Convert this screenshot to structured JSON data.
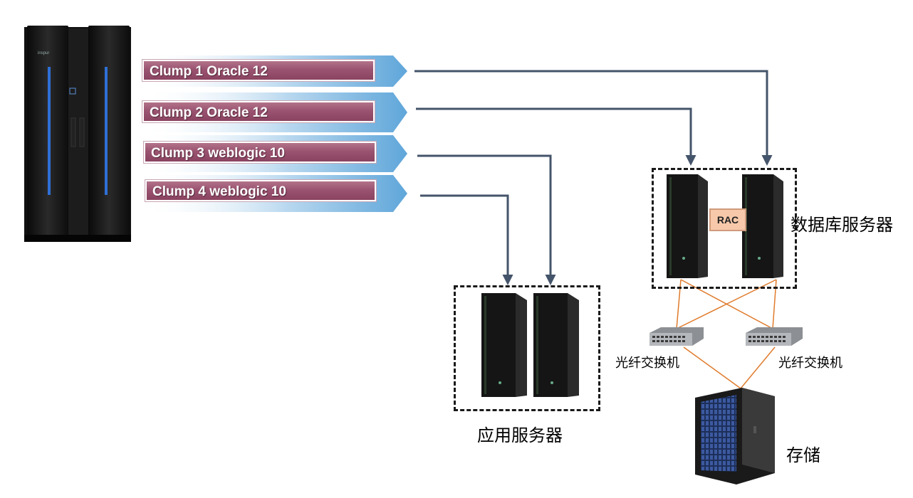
{
  "clumps": [
    {
      "label": "Clump 1 Oracle 12"
    },
    {
      "label": "Clump 2 Oracle 12"
    },
    {
      "label": "Clump 3 weblogic 10"
    },
    {
      "label": "Clump 4 weblogic 10"
    }
  ],
  "mainframe": {
    "brand": "inspur"
  },
  "db_servers": {
    "label": "数据库服务器",
    "rac_label": "RAC"
  },
  "app_servers": {
    "label": "应用服务器"
  },
  "fc_switches": [
    {
      "label": "光纤交换机"
    },
    {
      "label": "光纤交换机"
    }
  ],
  "storage": {
    "label": "存储"
  },
  "colors": {
    "connector": "#44546a",
    "fiber": "#e07b2c",
    "banner_band": "#7fb7e2",
    "rac_fill": "#f7c9aa",
    "server_led": "#2f6fd6"
  }
}
